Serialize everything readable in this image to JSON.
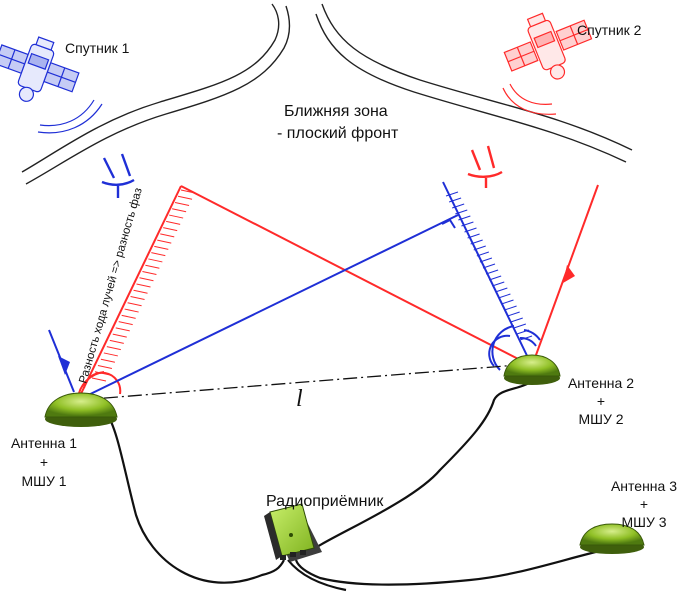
{
  "satellites": {
    "sat1": {
      "label": "Спутник 1",
      "color": "#1f2fd6",
      "icon": "satellite-icon"
    },
    "sat2": {
      "label": "Спутник 2",
      "color": "#ff2a2a",
      "icon": "satellite-icon"
    }
  },
  "near_zone": {
    "line1": "Ближняя зона",
    "line2": "- плоский фронт"
  },
  "path_diff_label": "Разность хода лучей => разность фаз",
  "baseline_label": "l",
  "antennas": [
    {
      "line1": "Антенна 1",
      "line2": "+",
      "line3": "МШУ 1",
      "icon": "gnss-antenna-icon"
    },
    {
      "line1": "Антенна 2",
      "line2": "+",
      "line3": "МШУ 2",
      "icon": "gnss-antenna-icon"
    },
    {
      "line1": "Антенна 3",
      "line2": "+",
      "line3": "МШУ 3",
      "icon": "gnss-antenna-icon"
    }
  ],
  "receiver": {
    "label": "Радиоприёмник",
    "icon": "receiver-box-icon",
    "color": "#9bd32a"
  },
  "colors": {
    "blue": "#1f2fd6",
    "red": "#ff2a2a",
    "antenna_green": "#7fb21f",
    "cable": "#111111"
  }
}
